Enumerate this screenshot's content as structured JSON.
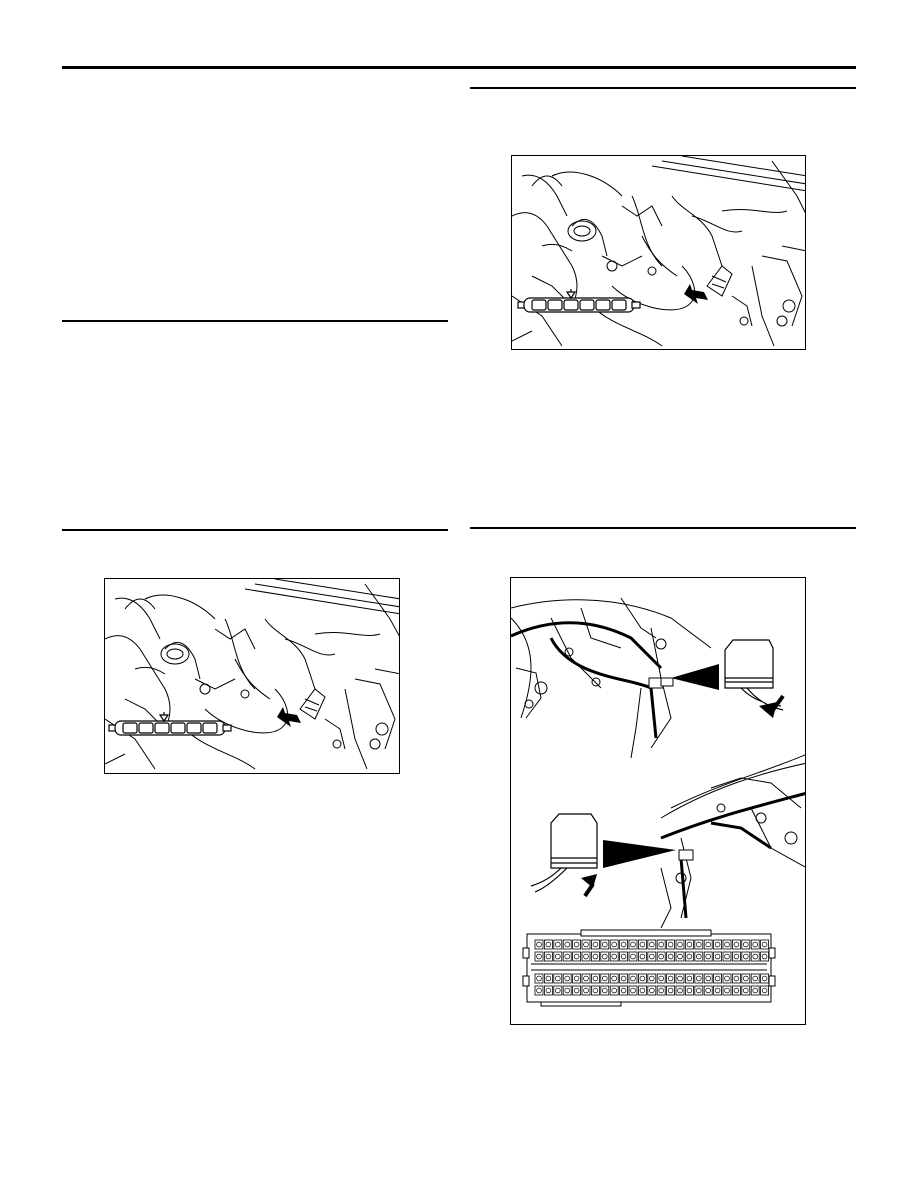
{
  "page": {
    "background": "#ffffff",
    "ink_color": "#000000"
  },
  "figures": [
    {
      "name": "engine-compartment-connector-top",
      "text": ""
    },
    {
      "name": "engine-compartment-connector-bottom",
      "text": ""
    },
    {
      "name": "ecu-harness-connector",
      "text": ""
    }
  ]
}
